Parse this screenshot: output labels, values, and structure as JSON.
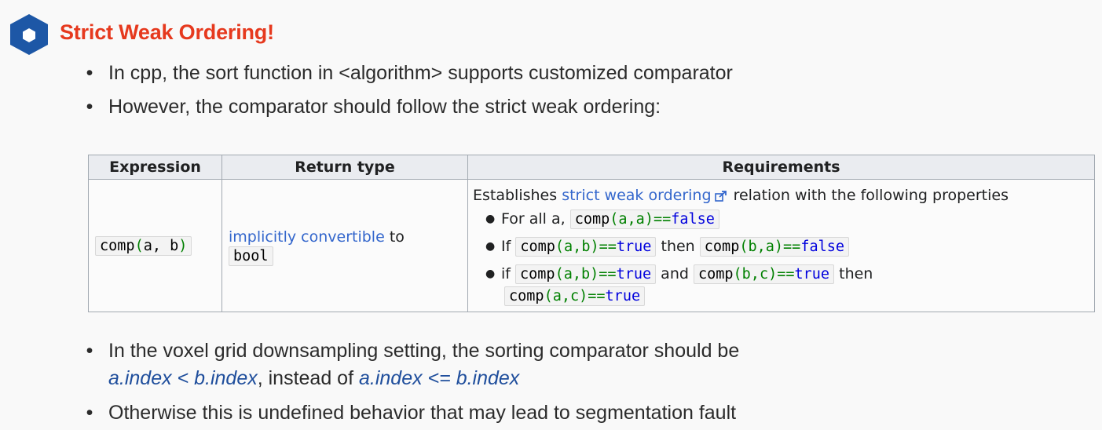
{
  "slide": {
    "title": "Strict Weak Ordering!",
    "bullets_top": [
      "In cpp, the sort function in <algorithm> supports customized comparator",
      "However, the comparator should follow the strict weak ordering:"
    ],
    "bullet3": {
      "line1": "In the voxel grid downsampling setting, the sorting comparator should be",
      "hl1": "a.index < b.index",
      "mid": ", instead of ",
      "hl2": "a.index <= b.index"
    },
    "bullet4": "Otherwise this is undefined behavior that may lead to segmentation fault",
    "colors": {
      "title": "#e6391e",
      "hexagon": "#1d57a6",
      "highlight": "#1f4e9c",
      "link": "#3366cc"
    }
  },
  "table": {
    "headers": [
      "Expression",
      "Return type",
      "Requirements"
    ],
    "expression": {
      "fn": "comp",
      "open": "(",
      "args": "a, b",
      "close": ")"
    },
    "return_type": {
      "link1": "implicitly",
      "link2": "convertible",
      "to": "to",
      "type": "bool"
    },
    "requirements": {
      "lead_pre": "Establishes ",
      "lead_link": "strict weak ordering",
      "lead_post": " relation with the following properties",
      "p1": {
        "text": "For all a,",
        "code": {
          "fn": "comp",
          "args": "(a,a)",
          "op": "==",
          "val": "false"
        }
      },
      "p2": {
        "pre": "If",
        "c1": {
          "fn": "comp",
          "args": "(a,b)",
          "op": "==",
          "val": "true"
        },
        "then": "then",
        "c2": {
          "fn": "comp",
          "args": "(b,a)",
          "op": "==",
          "val": "false"
        }
      },
      "p3": {
        "pre": "if",
        "c1": {
          "fn": "comp",
          "args": "(a,b)",
          "op": "==",
          "val": "true"
        },
        "and": "and",
        "c2": {
          "fn": "comp",
          "args": "(b,c)",
          "op": "==",
          "val": "true"
        },
        "then": "then",
        "c3": {
          "fn": "comp",
          "args": "(a,c)",
          "op": "==",
          "val": "true"
        }
      }
    }
  }
}
